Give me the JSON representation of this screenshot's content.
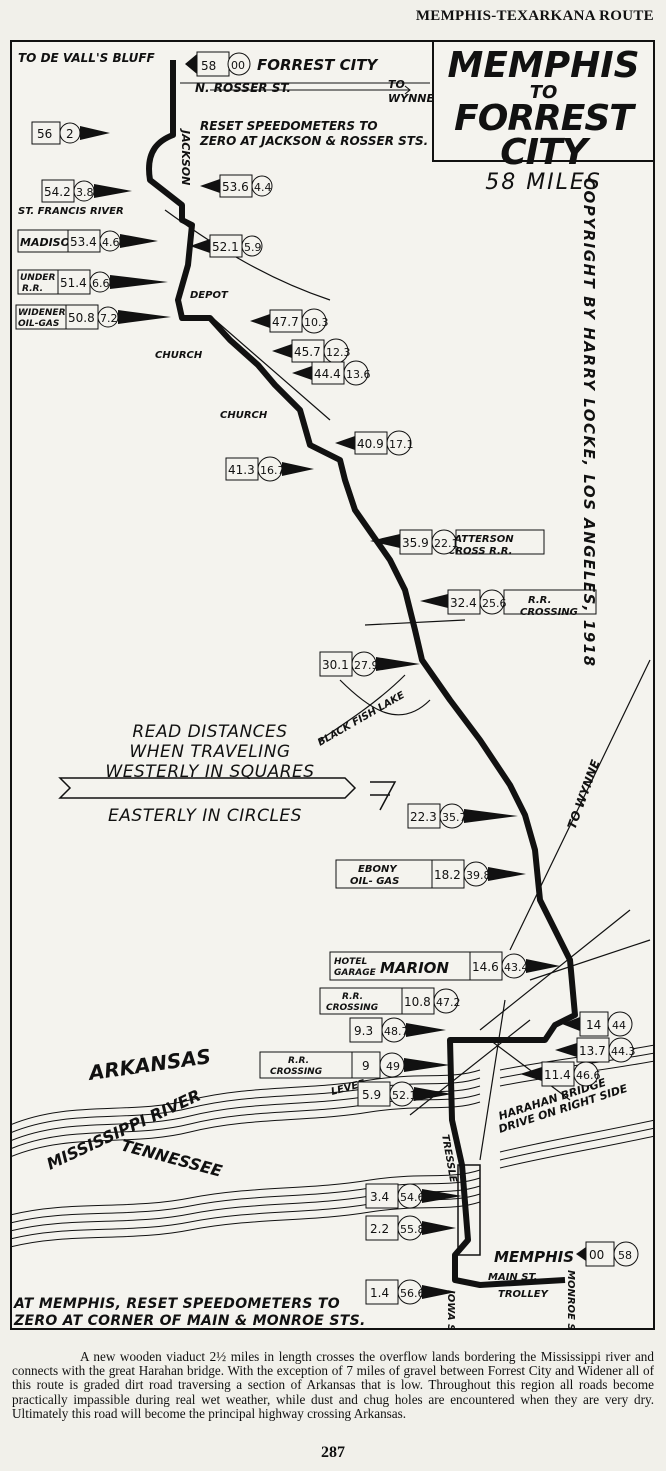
{
  "header": {
    "route": "MEMPHIS-TEXARKANA ROUTE"
  },
  "title": {
    "line1": "MEMPHIS",
    "line2": "TO",
    "line3": "FORREST CITY",
    "line4": "58 MILES"
  },
  "copyright": "COPYRIGHT BY HARRY LOCKE, LOS ANGELES, 1918",
  "top": {
    "to_de_valls": "TO DE VALL'S BLUFF",
    "jackson": "JACKSON",
    "forrest_city": "FORREST CITY",
    "n_rosser": "N. ROSSER ST.",
    "to": "TO",
    "wynne": "WYNNE",
    "reset1": "RESET SPEEDOMETERS TO",
    "reset2": "ZERO AT JACKSON & ROSSER STS."
  },
  "places": {
    "st_francis": "ST. FRANCIS RIVER",
    "madison": "MADISON",
    "under_rr_1": "UNDER",
    "under_rr_2": "R.R.",
    "widener_1": "WIDENER",
    "widener_2": "OIL-GAS",
    "depot": "DEPOT",
    "church1": "CHURCH",
    "church2": "CHURCH",
    "patterson_1": "PATTERSON",
    "patterson_2": "CROSS R.R.",
    "rr_crossing_1": "R.R.",
    "rr_crossing_2": "CROSSING",
    "black_fish": "BLACK FISH LAKE",
    "to_wynne": "TO WYNNE",
    "ebony_1": "EBONY",
    "ebony_2": "OIL- GAS",
    "hotel": "HOTEL",
    "garage": "GARAGE",
    "marion": "MARION",
    "rr_c2_1": "R.R.",
    "rr_c2_2": "CROSSING",
    "rr_c3_1": "R.R.",
    "rr_c3_2": "CROSSING",
    "levee": "LEVEE",
    "tressle": "TRESSLE",
    "arkansas": "ARKANSAS",
    "mississippi": "MISSISSIPPI RIVER",
    "tennessee": "TENNESSEE",
    "harahan_1": "HARAHAN BRIDGE",
    "harahan_2": "DRIVE ON RIGHT SIDE",
    "memphis": "MEMPHIS",
    "main_st": "MAIN ST.",
    "trolley": "TROLLEY",
    "iowa": "IOWA ST.",
    "monroe": "MONROE ST."
  },
  "markers": {
    "m58": {
      "sq": "58",
      "ci": "00"
    },
    "m56": {
      "sq": "56",
      "ci": "2"
    },
    "m542": {
      "sq": "54.2",
      "ci": "3.8"
    },
    "m536": {
      "sq": "53.6",
      "ci": "4.4"
    },
    "m534": {
      "sq": "53.4",
      "ci": "4.6"
    },
    "m521": {
      "sq": "52.1",
      "ci": "5.9"
    },
    "m514": {
      "sq": "51.4",
      "ci": "6.6"
    },
    "m508": {
      "sq": "50.8",
      "ci": "7.2"
    },
    "m477": {
      "sq": "47.7",
      "ci": "10.3"
    },
    "m457": {
      "sq": "45.7",
      "ci": "12.3"
    },
    "m444": {
      "sq": "44.4",
      "ci": "13.6"
    },
    "m409": {
      "sq": "40.9",
      "ci": "17.1"
    },
    "m413": {
      "sq": "41.3",
      "ci": "16.7"
    },
    "m359": {
      "sq": "35.9",
      "ci": "22.1"
    },
    "m324": {
      "sq": "32.4",
      "ci": "25.6"
    },
    "m301": {
      "sq": "30.1",
      "ci": "27.9"
    },
    "m223": {
      "sq": "22.3",
      "ci": "35.7"
    },
    "m182": {
      "sq": "18.2",
      "ci": "39.8"
    },
    "m146": {
      "sq": "14.6",
      "ci": "43.4"
    },
    "m108": {
      "sq": "10.8",
      "ci": "47.2"
    },
    "m93": {
      "sq": "9.3",
      "ci": "48.7"
    },
    "m14": {
      "sq": "14",
      "ci": "44"
    },
    "m137": {
      "sq": "13.7",
      "ci": "44.3"
    },
    "m114": {
      "sq": "11.4",
      "ci": "46.6"
    },
    "m9": {
      "sq": "9",
      "ci": "49"
    },
    "m59": {
      "sq": "5.9",
      "ci": "52.1"
    },
    "m34": {
      "sq": "3.4",
      "ci": "54.6"
    },
    "m22": {
      "sq": "2.2",
      "ci": "55.8"
    },
    "m0": {
      "sq": "00",
      "ci": "58"
    },
    "m14b": {
      "sq": "1.4",
      "ci": "56.6"
    }
  },
  "instructions": {
    "l1": "READ DISTANCES",
    "l2": "WHEN TRAVELING",
    "l3": "WESTERLY IN SQUARES",
    "l4": "EASTERLY IN CIRCLES"
  },
  "bottom_note": {
    "l1": "AT MEMPHIS, RESET SPEEDOMETERS TO",
    "l2": "ZERO AT CORNER OF MAIN & MONROE STS."
  },
  "paragraph": "A new wooden viaduct 2½ miles in length crosses the overflow lands bordering the Mississippi river and connects with the great Harahan bridge. With the exception of 7 miles of gravel between Forrest City and Widener all of this route is graded dirt road traversing a section of Arkansas that is low. Throughout this region all roads become practically impassible during real wet weather, while dust and chug holes are encountered when they are very dry. Ultimately this road will become the principal highway crossing Arkansas.",
  "page_number": "287"
}
